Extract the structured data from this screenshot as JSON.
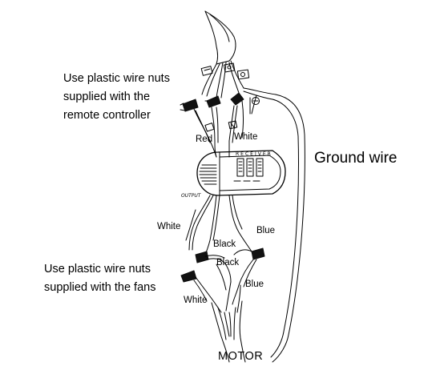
{
  "labels": {
    "remote_note": [
      "Use plastic wire nuts",
      "supplied with the",
      "remote controller"
    ],
    "fan_note": [
      "Use plastic wire nuts",
      "supplied with the fans"
    ],
    "ground_wire": "Ground wire",
    "receiver": "RECEIVER",
    "output": "OUTPUT",
    "motor": "MOTOR",
    "red": "Red",
    "white_top": "White",
    "white_left": "White",
    "white_bottom": "White",
    "black_upper": "Black",
    "black_lower": "Black",
    "blue_upper": "Blue",
    "blue_lower": "Blue"
  },
  "colors": {
    "line": "#000000",
    "background": "#ffffff",
    "wire_nut": "#111111"
  },
  "icons": {
    "receiver": "receiver-box-icon",
    "wire_nut": "wire-nut-icon",
    "ground_screw": "ground-screw-icon"
  }
}
